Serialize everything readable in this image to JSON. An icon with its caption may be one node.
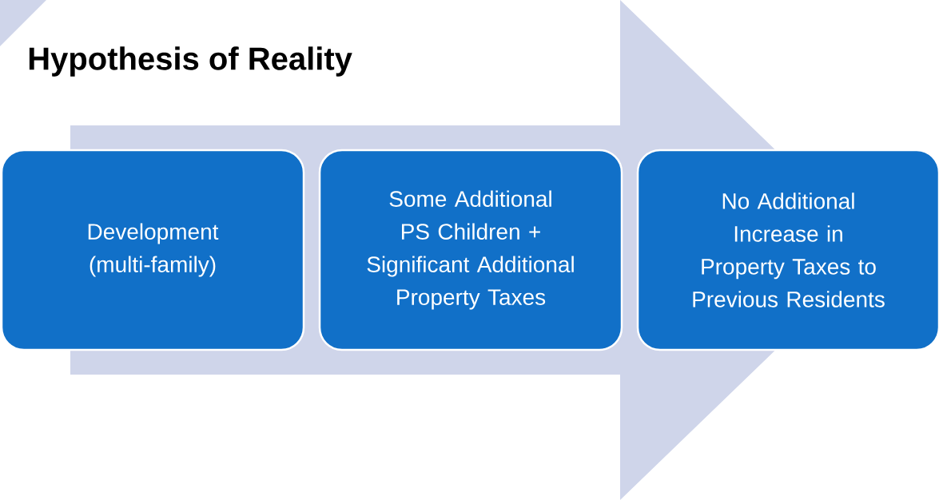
{
  "diagram": {
    "title": "Hypothesis of Reality",
    "nodes": [
      {
        "text": [
          "Development (multi-family)"
        ]
      },
      {
        "text": [
          "Some Additional PS Children + Significant Additional Property Taxes"
        ]
      },
      {
        "text": [
          "No Additional Increase in Property Taxes to Previous Residents"
        ]
      }
    ],
    "edges": [
      {
        "from": 0,
        "to": 2,
        "arrow": "to",
        "style": "thick"
      }
    ]
  }
}
